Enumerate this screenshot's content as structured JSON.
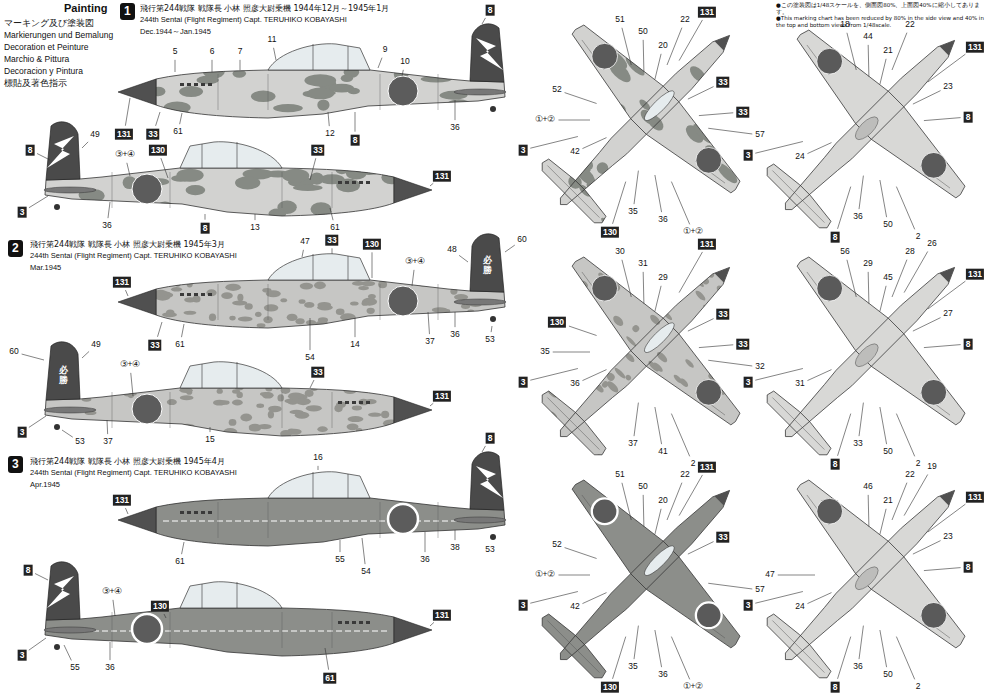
{
  "diagram": {
    "nodes": [
      {
        "text": [
          "1"
        ]
      },
      {
        "text": [
          "8"
        ]
      },
      {
        "text": [
          "131"
        ]
      },
      {
        "text": [
          "33"
        ]
      },
      {
        "text": [
          "8"
        ]
      },
      {
        "text": [
          "8"
        ]
      },
      {
        "text": [
          "130"
        ]
      },
      {
        "text": [
          "33"
        ]
      },
      {
        "text": [
          "3"
        ]
      },
      {
        "text": [
          "131"
        ]
      },
      {
        "text": [
          "8"
        ]
      },
      {
        "text": [
          "2"
        ]
      },
      {
        "text": [
          "131"
        ]
      },
      {
        "text": [
          "33"
        ]
      },
      {
        "text": [
          "130"
        ]
      },
      {
        "text": [
          "33"
        ]
      },
      {
        "text": [
          "33"
        ]
      },
      {
        "text": [
          "131"
        ]
      },
      {
        "text": [
          "3"
        ]
      },
      {
        "text": [
          "3"
        ]
      },
      {
        "text": [
          "131"
        ]
      },
      {
        "text": [
          "8"
        ]
      },
      {
        "text": [
          "8"
        ]
      },
      {
        "text": [
          "130"
        ]
      },
      {
        "text": [
          "3"
        ]
      },
      {
        "text": [
          "131"
        ]
      },
      {
        "text": [
          "61"
        ]
      },
      {
        "text": [
          "131"
        ]
      },
      {
        "text": [
          "33"
        ]
      },
      {
        "text": [
          "33"
        ]
      },
      {
        "text": [
          "3"
        ]
      },
      {
        "text": [
          "130"
        ]
      },
      {
        "text": [
          "131"
        ]
      },
      {
        "text": [
          "8"
        ]
      },
      {
        "text": [
          "3"
        ]
      },
      {
        "text": [
          "8"
        ]
      },
      {
        "text": [
          "131"
        ]
      },
      {
        "text": [
          "33"
        ]
      },
      {
        "text": [
          "33"
        ]
      },
      {
        "text": [
          "130"
        ]
      },
      {
        "text": [
          "3"
        ]
      },
      {
        "text": [
          "131"
        ]
      },
      {
        "text": [
          "8"
        ]
      },
      {
        "text": [
          "3"
        ]
      },
      {
        "text": [
          "8"
        ]
      },
      {
        "text": [
          "131"
        ]
      },
      {
        "text": [
          "33"
        ]
      },
      {
        "text": [
          "3"
        ]
      },
      {
        "text": [
          "130"
        ]
      },
      {
        "text": [
          "131"
        ]
      },
      {
        "text": [
          "8"
        ]
      },
      {
        "text": [
          "3"
        ]
      },
      {
        "text": [
          "8"
        ]
      }
    ],
    "labels": [
      "Painting",
      "マーキング及び塗装図",
      "Markierungen und Bemalung",
      "Decoration et Peinture",
      "Marchio & Pittura",
      "Decoracion y Pintura",
      "標貼及著色指示",
      "飛行第244戦隊 戦隊長 小林 照彦大尉乗機 1944年12月～1945年1月",
      "244th Sentai (Flight Regiment) Capt. TERUHIKO KOBAYASHI",
      "Dec.1944～Jan.1945",
      "5",
      "6",
      "7",
      "11",
      "9",
      "10",
      "61",
      "12",
      "36",
      "③+④",
      "49",
      "13",
      "36",
      "61",
      "飛行第244戦隊 戦隊長 小林 照彦大尉乗機 1945年3月",
      "244th Sentai (Flight Regiment) Capt. TERUHIKO KOBAYASHI",
      "Mar.1945",
      "47",
      "③+④",
      "48",
      "60",
      "必勝",
      "61",
      "14",
      "54",
      "37",
      "36",
      "53",
      "60",
      "必勝",
      "49",
      "③+④",
      "15",
      "53",
      "37",
      "飛行第244戦隊 戦隊長 小林 照彦大尉乗機 1945年4月",
      "244th Sentai (Flight Regiment) Capt. TERUHIKO KOBAYASHI",
      "Apr.1945",
      "16",
      "61",
      "55",
      "54",
      "36",
      "38",
      "53",
      "③+④",
      "55",
      "36",
      "●この塗装図は1/48スケールを、側面図80%、上面図40%に縮小してあります。",
      "●This marking chart has been reduced by 80% in the side view and 40% in the top and bottom views from 1/48scale.",
      "51",
      "50",
      "20",
      "22",
      "57",
      "52",
      "①+②",
      "42",
      "35",
      "36",
      "①+②",
      "18",
      "44",
      "21",
      "22",
      "23",
      "24",
      "36",
      "50",
      "2",
      "30",
      "31",
      "29",
      "32",
      "35",
      "36",
      "37",
      "41",
      "2",
      "56",
      "29",
      "45",
      "28",
      "26",
      "27",
      "31",
      "33",
      "50",
      "2",
      "51",
      "50",
      "20",
      "22",
      "57",
      "52",
      "①+②",
      "42",
      "35",
      "36",
      "①+②",
      "19",
      "46",
      "21",
      "22",
      "23",
      "24",
      "36",
      "50",
      "2",
      "47"
    ]
  }
}
